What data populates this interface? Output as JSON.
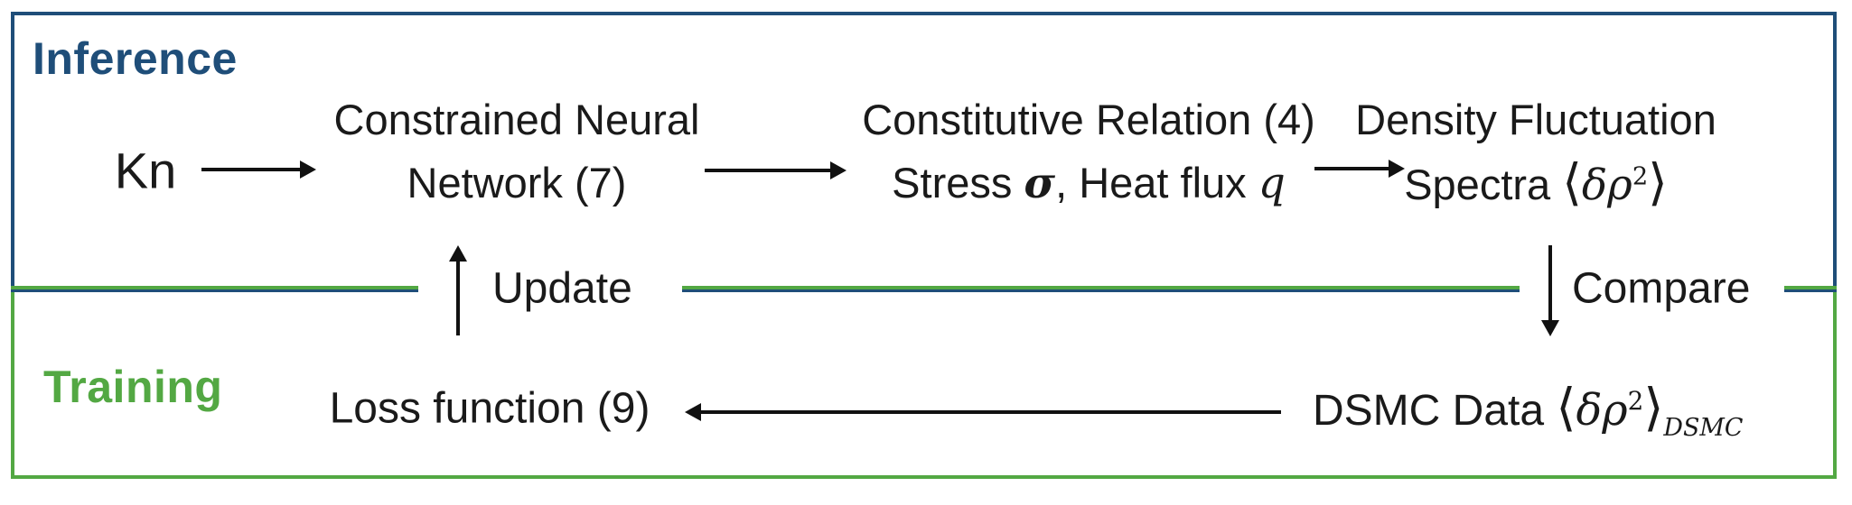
{
  "diagram": {
    "inference": {
      "label": "Inference",
      "kn_label": "Kn",
      "network_node": {
        "line1": "Constrained Neural",
        "line2": "Network (7)"
      },
      "constitutive_node": {
        "line1": "Constitutive Relation (4)",
        "line2_stress": "Stress ",
        "sigma": "σ",
        "line2_heatflux": ", Heat flux ",
        "q": "q"
      },
      "spectra_node": {
        "line1": "Density Fluctuation",
        "line2_prefix": "Spectra ",
        "langle": "⟨",
        "delta_rho": "δρ",
        "superscript": "2",
        "rangle": "⟩"
      }
    },
    "training": {
      "label": "Training",
      "loss_label": "Loss function (9)",
      "dsmc_node": {
        "prefix": "DSMC Data ",
        "langle": "⟨",
        "delta_rho": "δρ",
        "superscript": "2",
        "rangle": "⟩",
        "subscript": "DSMC"
      }
    },
    "update_label": "Update",
    "compare_label": "Compare"
  },
  "colors": {
    "inference_blue": "#1F4E79",
    "training_green": "#53A843",
    "text_black": "#1A1A1A",
    "arrow_black": "#111111"
  }
}
